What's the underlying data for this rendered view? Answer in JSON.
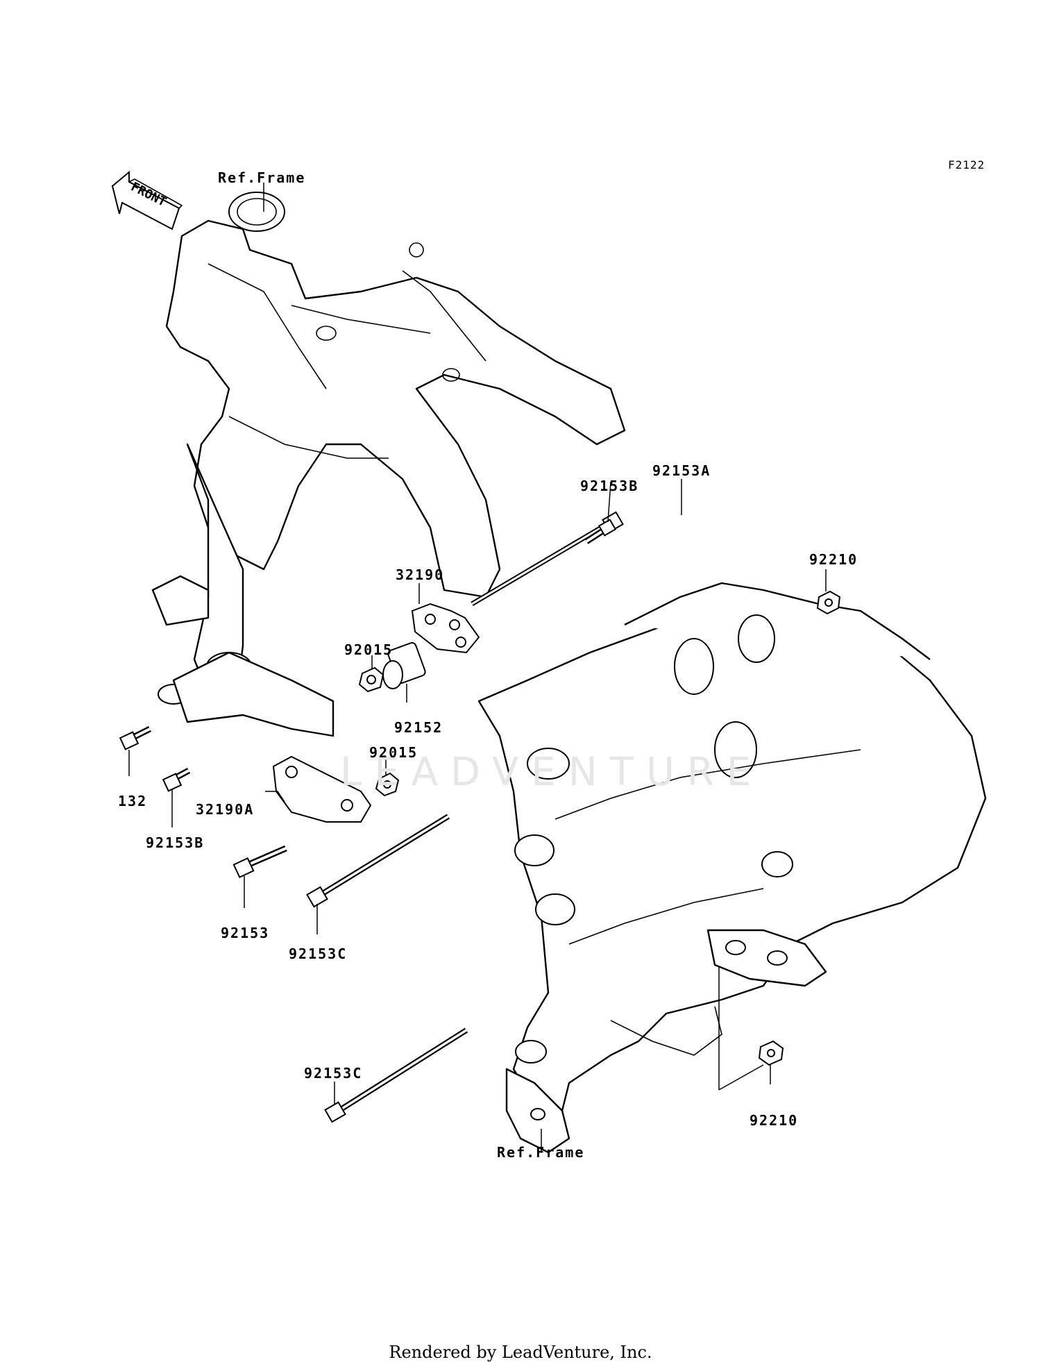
{
  "drawing_code": "F2122",
  "front_arrow": "FRONT",
  "watermark": "LEADVENTURE",
  "footer": "Rendered by LeadVenture, Inc.",
  "labels": {
    "ref_frame_top": "Ref.Frame",
    "ref_frame_bottom": "Ref.Frame",
    "p92153B_top": "92153B",
    "p92153A": "92153A",
    "p92210_top": "92210",
    "p32190": "32190",
    "p92015_top": "92015",
    "p92152": "92152",
    "p92015_mid": "92015",
    "p132": "132",
    "p32190A": "32190A",
    "p92153B_left": "92153B",
    "p92153": "92153",
    "p92153C_mid": "92153C",
    "p92153C_bottom": "92153C",
    "p92210_bottom": "92210"
  }
}
